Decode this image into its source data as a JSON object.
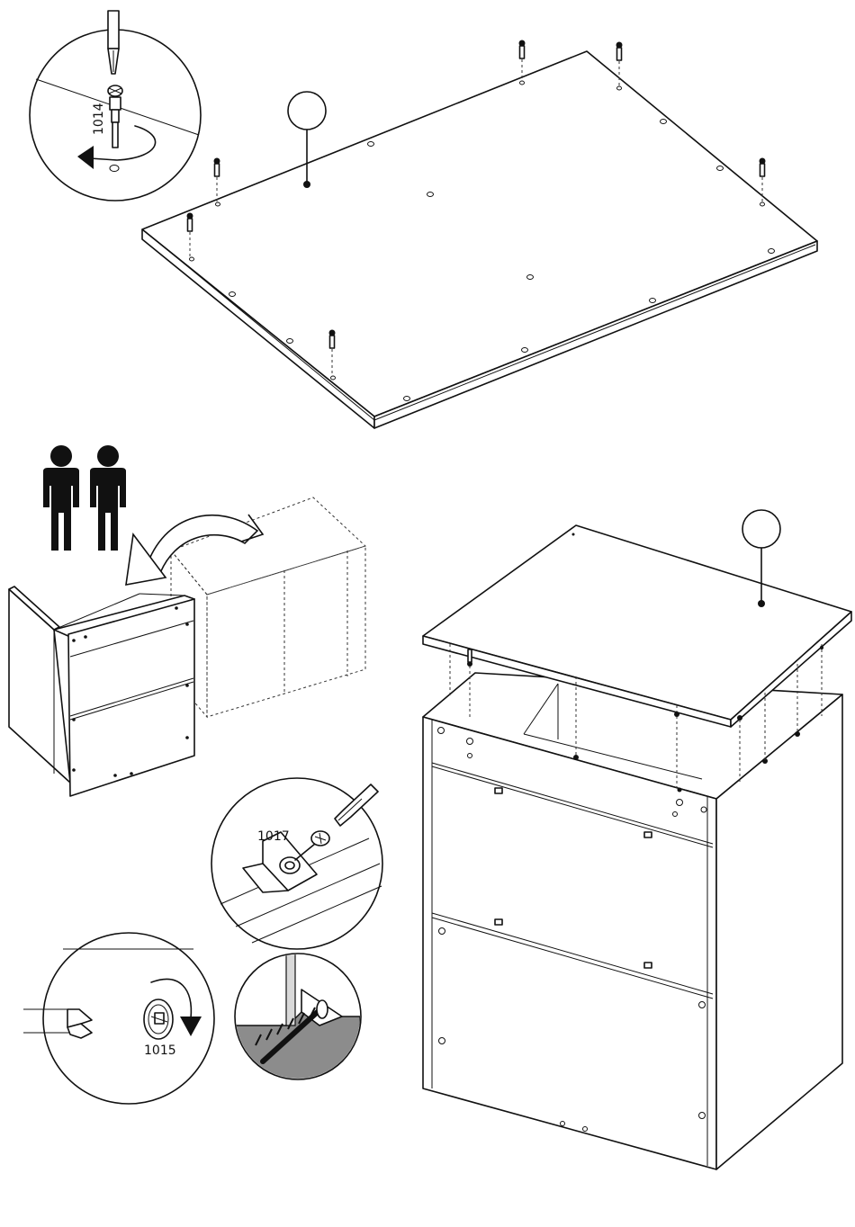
{
  "callouts": {
    "cam_dowel": "1014",
    "cam_lock": "1015",
    "corner_bracket": "1017"
  },
  "panel_markers": {
    "top_panel": "",
    "top_panel_assembly": ""
  },
  "illustration": {
    "people_required": 2
  },
  "colors": {
    "line": "#111111",
    "fill": "#ffffff",
    "wall_section": "#8c8c8c"
  }
}
